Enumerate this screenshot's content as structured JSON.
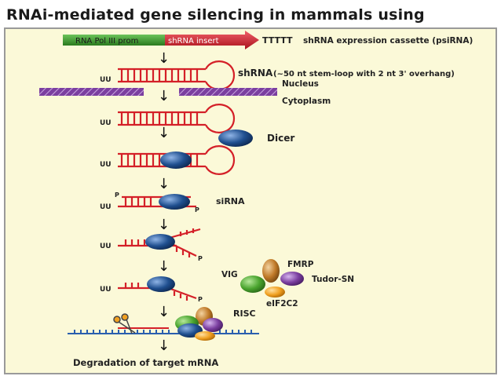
{
  "title": "RNAi-mediated gene silencing in mammals using shRNAs",
  "cassette": {
    "promoter_label": "RNA Pol III prom",
    "insert_label": "shRNA insert",
    "terminator": "TTTTT",
    "description": "shRNA expression cassette (psiRNA)"
  },
  "labels": {
    "shrna": "shRNA",
    "shrna_note": "(~50 nt stem-loop with 2 nt 3' overhang)",
    "nucleus": "Nucleus",
    "cytoplasm": "Cytoplasm",
    "dicer": "Dicer",
    "sirna": "siRNA",
    "fmrp": "FMRP",
    "vig": "VIG",
    "tudor": "Tudor-SN",
    "eif2c2": "eIF2C2",
    "risc": "RISC",
    "degradation": "Degradation of target mRNA"
  },
  "marks": {
    "uu": "UU",
    "p": "P",
    "arrow": "↓"
  },
  "colors": {
    "promoter": "#3c9a2e",
    "insert": "#d8202a",
    "rna": "#d42028",
    "membrane": "#7b3fa0",
    "dicer": "#1f4f8f",
    "vig": "#4aa42e",
    "fmrp": "#c07a28",
    "tudor": "#7b3fa0",
    "eif2c2": "#f0a020",
    "mrna": "#2a5fae"
  }
}
